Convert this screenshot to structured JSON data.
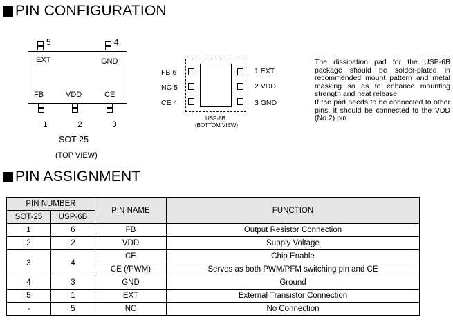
{
  "titles": {
    "pin_configuration": "PIN CONFIGURATION",
    "pin_assignment": "PIN ASSIGNMENT"
  },
  "sot25": {
    "top_pins": [
      {
        "num": "5",
        "label": "EXT"
      },
      {
        "num": "4",
        "label": "GND"
      }
    ],
    "bottom_pins": [
      {
        "num": "1",
        "label": "FB"
      },
      {
        "num": "2",
        "label": "VDD"
      },
      {
        "num": "3",
        "label": "CE"
      }
    ],
    "package_name": "SOT-25",
    "view": "(TOP VIEW)"
  },
  "usp6b": {
    "left_pins": [
      "FB 6",
      "NC 5",
      "CE 4"
    ],
    "right_pins": [
      "1 EXT",
      "2 VDD",
      "3 GND"
    ],
    "package_name": "USP-6B",
    "view": "(BOTTOM VIEW)"
  },
  "note": {
    "p1": "The dissipation pad for the USP-6B package should be solder-plated in recommended mount pattern and metal masking so as to enhance mounting strength and heat release.",
    "p2": "If the pad needs to be connected to other pins, it should be connected to the VDD (No.2) pin."
  },
  "table": {
    "headers": {
      "pin_number": "PIN NUMBER",
      "sot25": "SOT-25",
      "usp6b": "USP-6B",
      "pin_name": "PIN NAME",
      "function": "FUNCTION"
    },
    "rows": [
      {
        "sot": "1",
        "usp": "6",
        "name": "FB",
        "function": "Output Resistor Connection"
      },
      {
        "sot": "2",
        "usp": "2",
        "name": "VDD",
        "function": "Supply Voltage"
      },
      {
        "sot": "3",
        "usp": "4",
        "name": "CE",
        "function": "Chip Enable"
      },
      {
        "sot": "",
        "usp": "",
        "name": "CE  (/PWM)",
        "function": "Serves as both PWM/PFM switching pin and CE"
      },
      {
        "sot": "4",
        "usp": "3",
        "name": "GND",
        "function": "Ground"
      },
      {
        "sot": "5",
        "usp": "1",
        "name": "EXT",
        "function": "External Transistor Connection"
      },
      {
        "sot": "-",
        "usp": "5",
        "name": "NC",
        "function": "No Connection"
      }
    ]
  }
}
